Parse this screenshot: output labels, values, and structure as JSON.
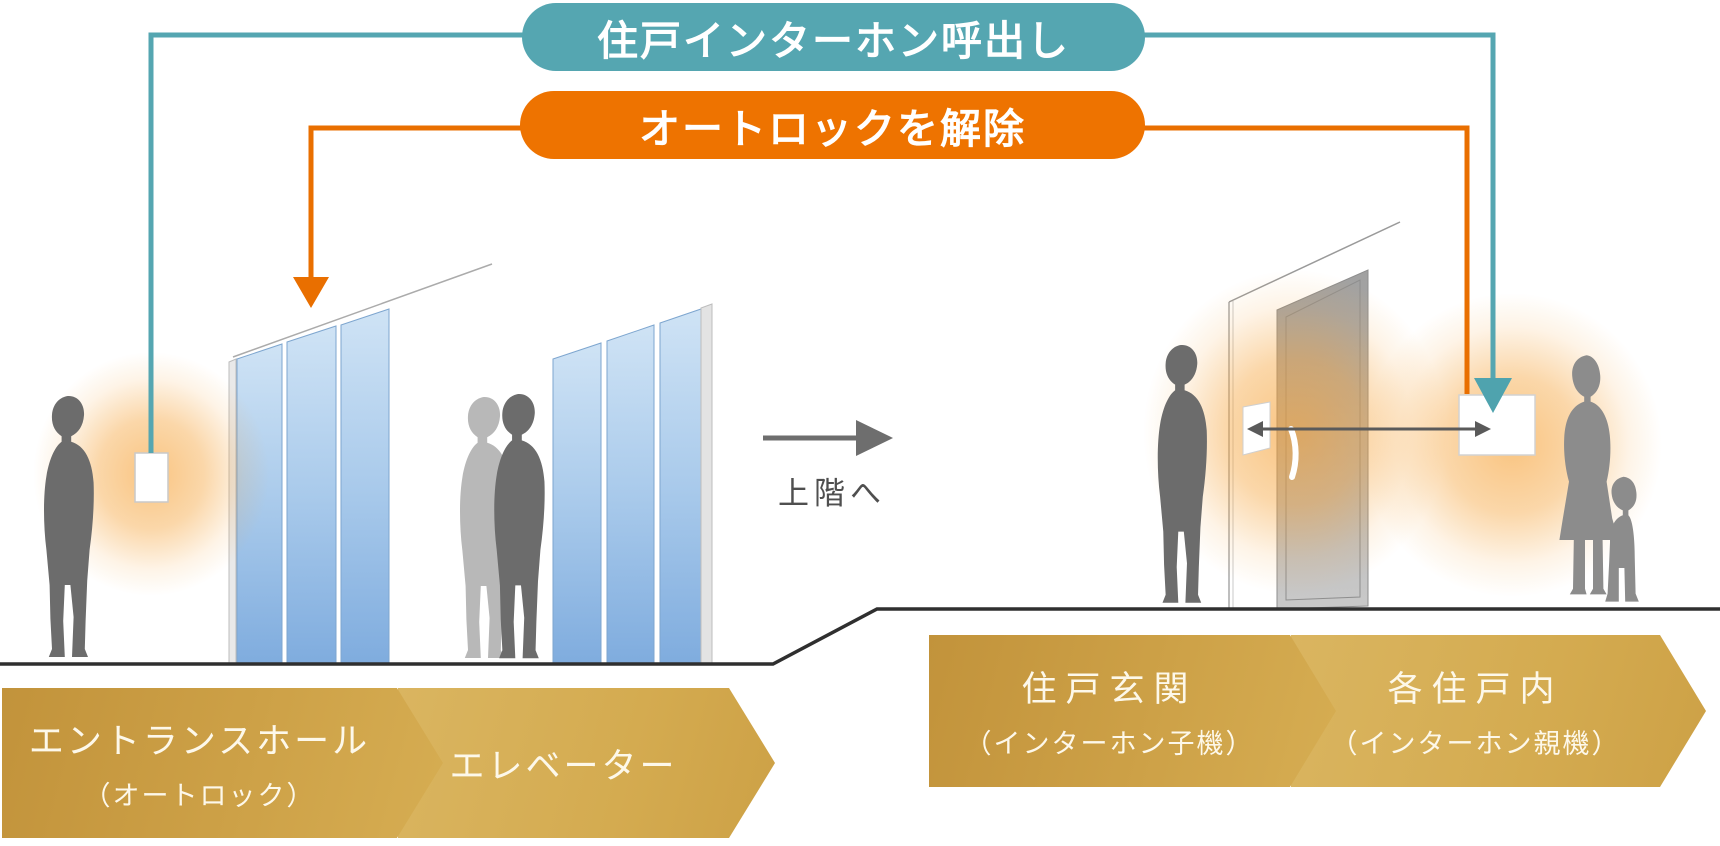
{
  "badges": {
    "call": "住戸インターホン呼出し",
    "unlock": "オートロックを解除"
  },
  "scene": {
    "upstairs": "上階へ"
  },
  "banners": [
    {
      "line1": "エントランスホール",
      "line2": "（オートロック）"
    },
    {
      "line1": "エレベーター",
      "line2": ""
    },
    {
      "line1": "住戸玄関",
      "line2": "（インターホン子機）"
    },
    {
      "line1": "各住戸内",
      "line2": "（インターホン親機）"
    }
  ],
  "colors": {
    "teal": "#55a6b1",
    "orange": "#ee7300",
    "gold": "#cda24a",
    "glass_blue": "#7facde",
    "glow": "#f5a033",
    "silhouette_dark": "#6c6c6c",
    "silhouette_light": "#b8b8b8"
  }
}
